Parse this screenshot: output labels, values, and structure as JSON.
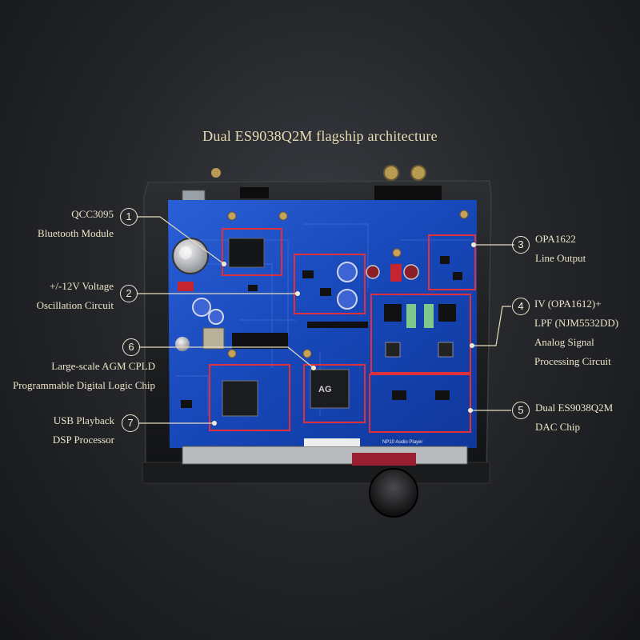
{
  "title": "Dual ES9038Q2M flagship architecture",
  "callouts": [
    {
      "number": "1",
      "lines": [
        "QCC3095",
        "Bluetooth Module"
      ]
    },
    {
      "number": "2",
      "lines": [
        "+/-12V Voltage",
        "Oscillation Circuit"
      ]
    },
    {
      "number": "3",
      "lines": [
        "OPA1622",
        "Line Output"
      ]
    },
    {
      "number": "4",
      "lines": [
        "IV (OPA1612)+",
        "LPF (NJM5532DD)",
        "Analog Signal",
        "Processing Circuit"
      ]
    },
    {
      "number": "5",
      "lines": [
        "Dual ES9038Q2M",
        "DAC Chip"
      ]
    },
    {
      "number": "6",
      "lines": [
        "Large-scale AGM CPLD",
        "Programmable Digital Logic Chip"
      ]
    },
    {
      "number": "7",
      "lines": [
        "USB Playback",
        "DSP Processor"
      ]
    }
  ],
  "board_text": {
    "chip_logo": "AG",
    "model": "NP10 Audio Player"
  },
  "colors": {
    "pcb": "#1747b8",
    "highlight": "#e0303a",
    "label_text": "#ece3c8",
    "title_text": "#e9dcb4",
    "background": "#25272b"
  }
}
